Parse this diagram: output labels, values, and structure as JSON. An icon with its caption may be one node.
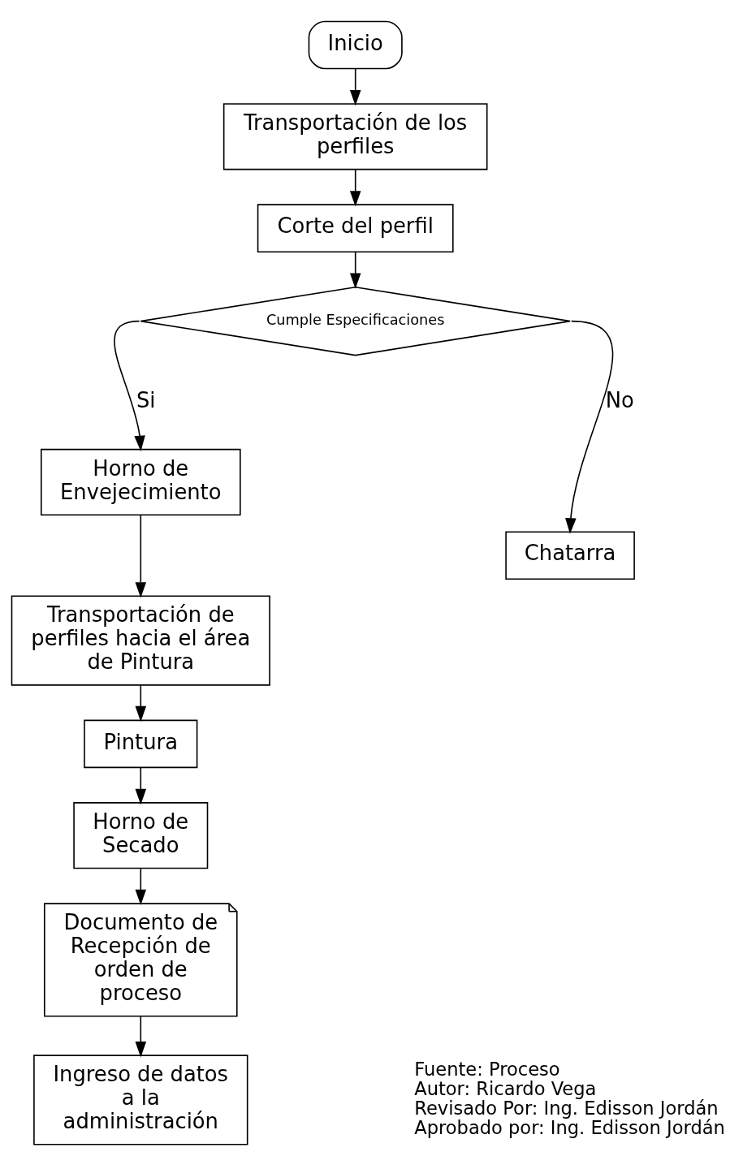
{
  "diagram": {
    "nodes": [
      {
        "text": [
          "Inicio"
        ]
      },
      {
        "text": [
          "Transportación de los perfiles"
        ]
      },
      {
        "text": [
          "Corte del perfil"
        ]
      },
      {
        "text": [
          "Cumple Especificaciones"
        ]
      },
      {
        "text": [
          "Horno de Envejecimiento"
        ]
      },
      {
        "text": [
          "Chatarra"
        ]
      },
      {
        "text": [
          "Transportación de perfiles hacia el área de Pintura"
        ]
      },
      {
        "text": [
          "Pintura"
        ]
      },
      {
        "text": [
          "Horno de Secado"
        ]
      },
      {
        "text": [
          "Documento de Recepción de orden de proceso"
        ]
      },
      {
        "text": [
          "Ingreso de datos a la administración"
        ]
      }
    ],
    "edges": [
      {
        "from": 0,
        "to": 1,
        "arrow": "to"
      },
      {
        "from": 1,
        "to": 2,
        "arrow": "to"
      },
      {
        "from": 2,
        "to": 3,
        "arrow": "to"
      },
      {
        "from": 3,
        "to": 4,
        "arrow": "to",
        "label": "Si"
      },
      {
        "from": 3,
        "to": 5,
        "arrow": "to",
        "label": "No"
      },
      {
        "from": 4,
        "to": 6,
        "arrow": "to"
      },
      {
        "from": 6,
        "to": 7,
        "arrow": "to"
      },
      {
        "from": 7,
        "to": 8,
        "arrow": "to"
      },
      {
        "from": 8,
        "to": 9,
        "arrow": "to"
      },
      {
        "from": 9,
        "to": 10,
        "arrow": "to"
      }
    ],
    "labels": [
      "Fuente: Proceso",
      "Autor: Ricardo Vega",
      "Revisado Por: Ing. Edisson Jordán",
      "Aprobado por: Ing. Edisson Jordán"
    ]
  }
}
